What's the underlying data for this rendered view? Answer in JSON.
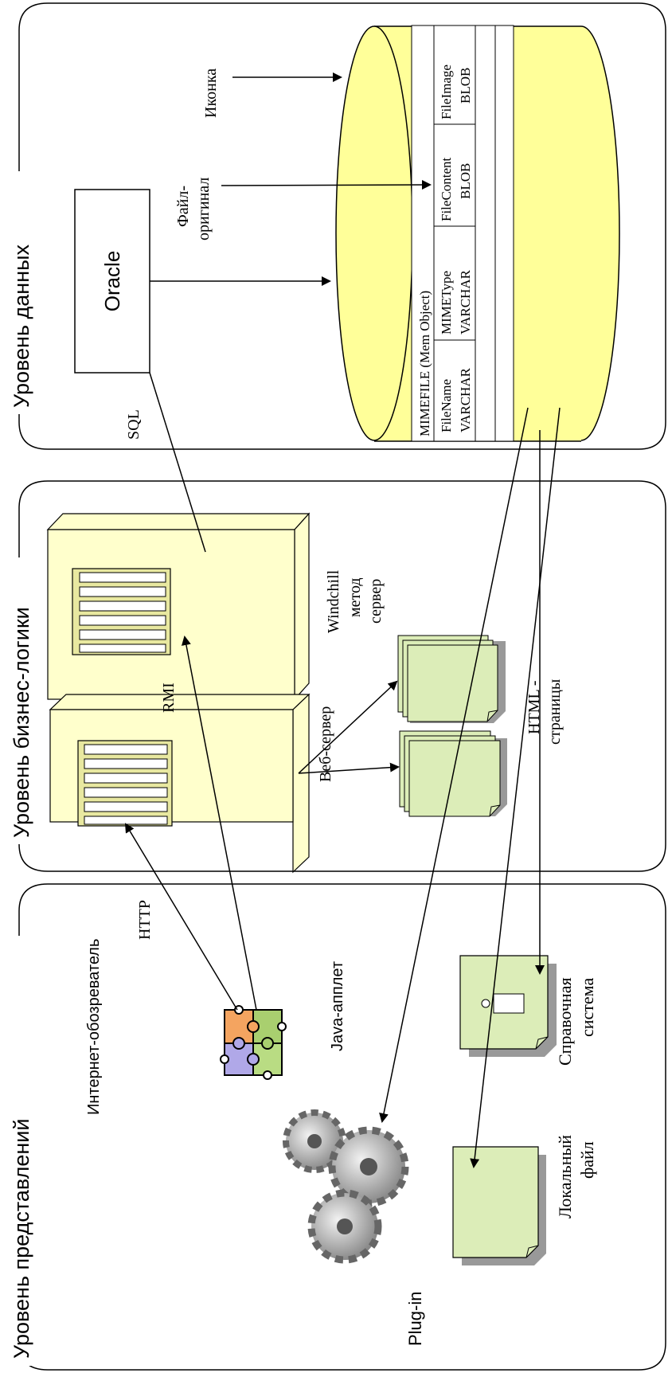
{
  "tiers": {
    "data": {
      "title": "Уровень данных"
    },
    "business": {
      "title": "Уровень бизнес-логики"
    },
    "presentation": {
      "title": "Уровень представлений"
    }
  },
  "oracle": {
    "label": "Oracle"
  },
  "labels": {
    "sql": "SQL",
    "icon": "Иконка",
    "original_file_1": "Файл-",
    "original_file_2": "оригинал",
    "rmi": "RMI",
    "web_server": "Веб-сервер",
    "windchill_1": "Windchill",
    "windchill_2": "метод",
    "windchill_3": "сервер",
    "html_pages_1": "HTML -",
    "html_pages_2": "страницы",
    "http": "HTTP",
    "browser": "Интернет-обозреватель",
    "java_applet": "Java-апплет",
    "plugin": "Plug-in",
    "help_1": "Справочная",
    "help_2": "система",
    "local_1": "Локальный",
    "local_2": "файл"
  },
  "mimefile": {
    "title": "MIMEFILE (Mem Object)",
    "fields": [
      {
        "name": "FileName",
        "type": "VARCHAR"
      },
      {
        "name": "MIMEType",
        "type": "VARCHAR"
      },
      {
        "name": "FileContent",
        "type": "BLOB"
      },
      {
        "name": "FileImage",
        "type": "BLOB"
      }
    ]
  },
  "colors": {
    "db_fill": "#ffff99",
    "server_fill": "#ffffcc",
    "doc_fill": "#dcedb8",
    "shadow": "#999999"
  }
}
